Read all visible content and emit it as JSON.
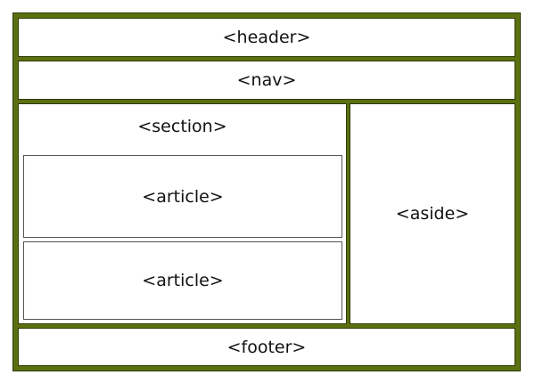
{
  "layout_diagram": {
    "header_label": "<header>",
    "nav_label": "<nav>",
    "section_label": "<section>",
    "articles": [
      {
        "label": "<article>"
      },
      {
        "label": "<article>"
      }
    ],
    "aside_label": "<aside>",
    "footer_label": "<footer>",
    "colors": {
      "frame": "#5b7010",
      "box_fill": "#ffffff",
      "text": "#111111"
    }
  }
}
